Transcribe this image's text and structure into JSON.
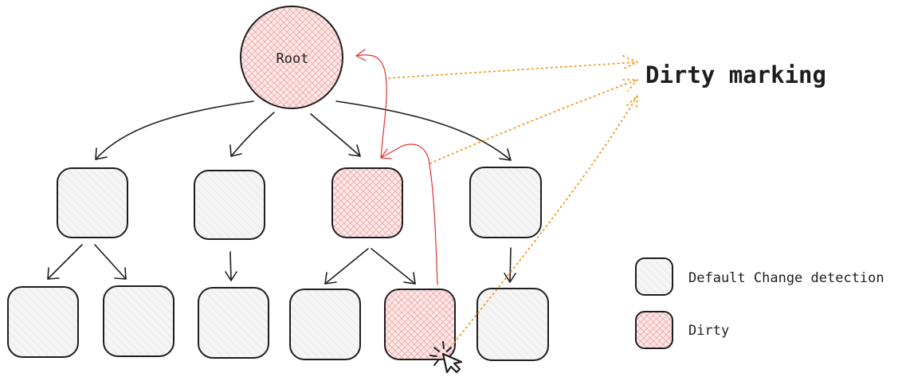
{
  "diagram": {
    "root_label": "Root",
    "annotation": "Dirty marking",
    "legend": {
      "default_label": "Default Change detection",
      "dirty_label": "Dirty"
    }
  },
  "colors": {
    "stroke": "#1e1e1e",
    "default_fill": "#f5f5f5",
    "default_hatch": "#dcdcdc",
    "dirty_fill": "#fdeaea",
    "dirty_hatch": "#f3a3a3",
    "dirty_arrow": "#e03131",
    "dotted_arrow": "#f08c00"
  },
  "icons": {
    "cursor": "click-cursor-icon"
  }
}
